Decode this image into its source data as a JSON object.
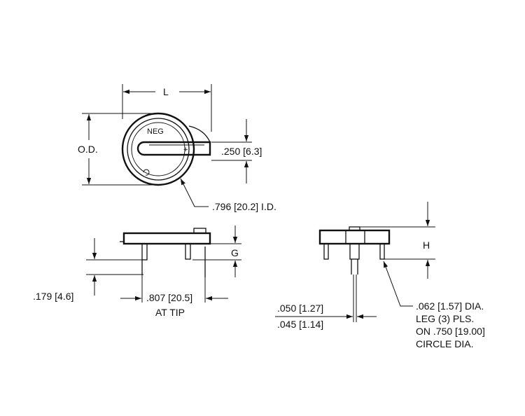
{
  "top_view": {
    "length_label": "L",
    "od_label": "O.D.",
    "neg_label": "NEG",
    "pos_label": "+",
    "tab_width_label": ".250 [6.3]",
    "id_label": ".796 [20.2] I.D."
  },
  "front_view": {
    "g_label": "G",
    "pin_length_label": ".179 [4.6]",
    "tip_spacing_label": ".807 [20.5]",
    "tip_note": "AT TIP"
  },
  "side_view": {
    "h_label": "H",
    "pin_max_label": ".050 [1.27]",
    "pin_min_label": ".045 [1.14]",
    "leg_note": [
      ".062 [1.57] DIA.",
      "LEG (3) PLS.",
      "ON .750 [19.00]",
      "CIRCLE DIA."
    ]
  }
}
